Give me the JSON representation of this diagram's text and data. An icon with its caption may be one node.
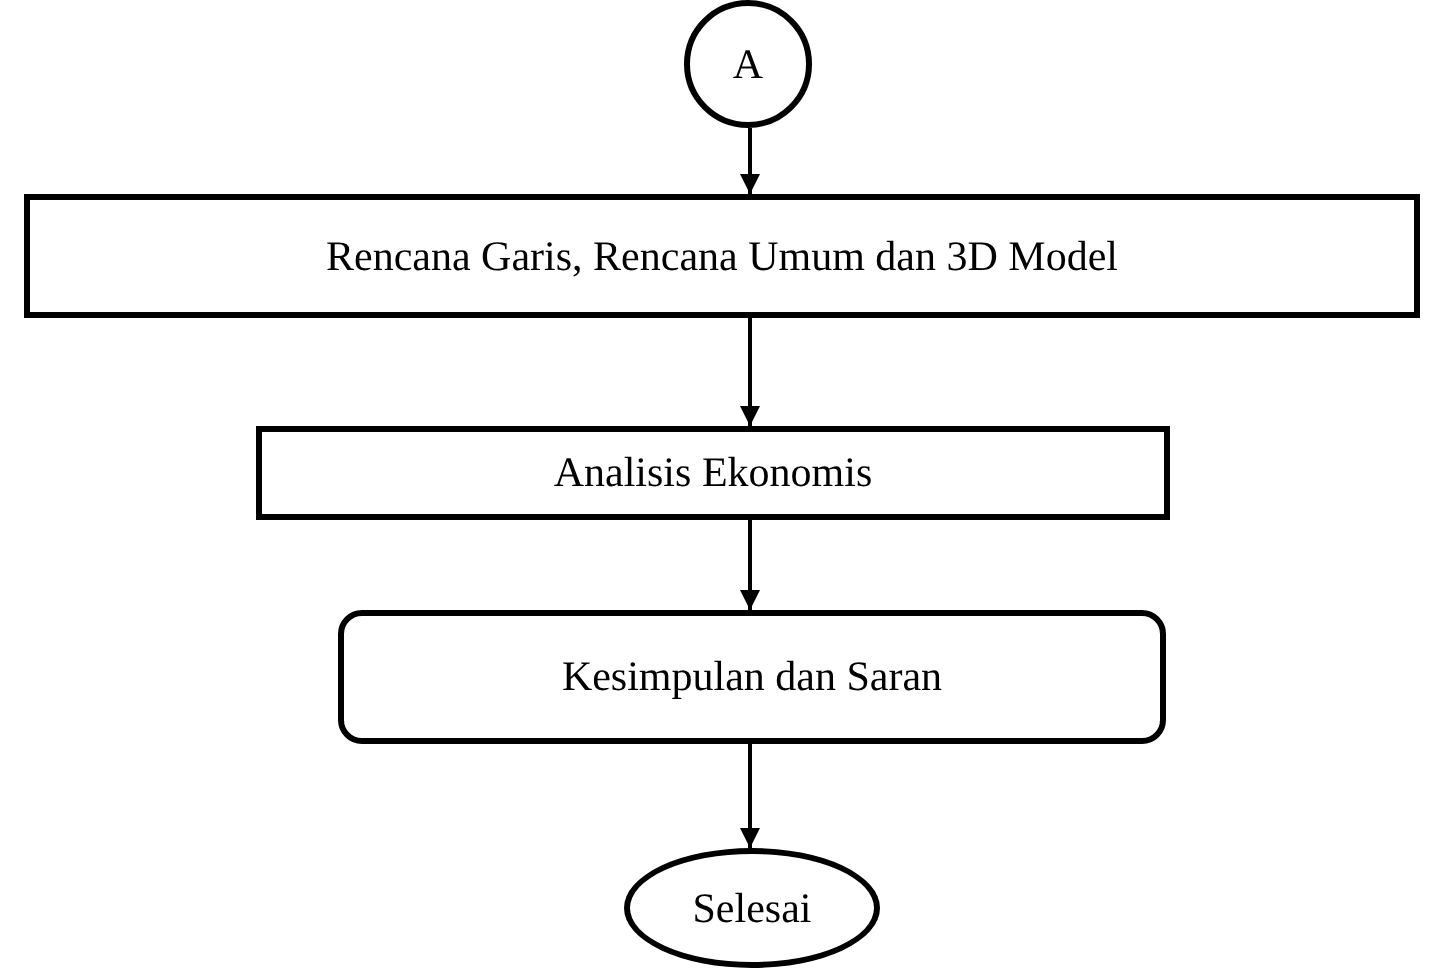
{
  "diagram": {
    "nodes": [
      {
        "text": [
          "A"
        ]
      },
      {
        "text": [
          "Rencana Garis, Rencana Umum dan 3D Model"
        ]
      },
      {
        "text": [
          "Analisis Ekonomis"
        ]
      },
      {
        "text": [
          "Kesimpulan dan Saran"
        ]
      },
      {
        "text": [
          "Selesai"
        ]
      }
    ],
    "edges": [
      {
        "from": 0,
        "to": 1,
        "arrow": "to"
      },
      {
        "from": 1,
        "to": 2,
        "arrow": "to"
      },
      {
        "from": 2,
        "to": 3,
        "arrow": "to"
      },
      {
        "from": 3,
        "to": 4,
        "arrow": "to"
      }
    ]
  }
}
